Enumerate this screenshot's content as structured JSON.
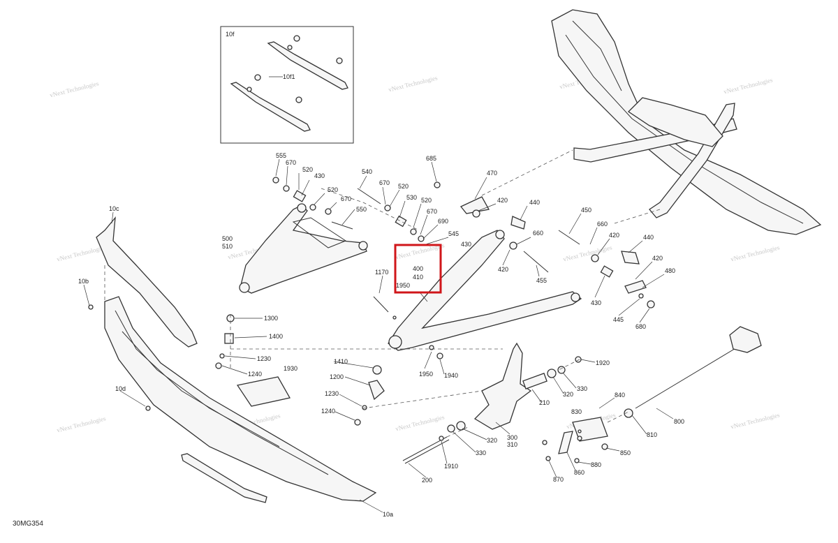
{
  "diagram_code": "30MG354",
  "inset_label": "10f",
  "watermark": "vNext Technologies",
  "highlight_color": "#d0161a",
  "callouts": [
    {
      "id": "c10f1",
      "text": "10f1"
    },
    {
      "id": "c555",
      "text": "555"
    },
    {
      "id": "c670a",
      "text": "670"
    },
    {
      "id": "c520a",
      "text": "520"
    },
    {
      "id": "c430a",
      "text": "430"
    },
    {
      "id": "c520b",
      "text": "520"
    },
    {
      "id": "c670b",
      "text": "670"
    },
    {
      "id": "c540",
      "text": "540"
    },
    {
      "id": "c670c",
      "text": "670"
    },
    {
      "id": "c520c",
      "text": "520"
    },
    {
      "id": "c550",
      "text": "550"
    },
    {
      "id": "c530",
      "text": "530"
    },
    {
      "id": "c520d",
      "text": "520"
    },
    {
      "id": "c670d",
      "text": "670"
    },
    {
      "id": "c690",
      "text": "690"
    },
    {
      "id": "c545",
      "text": "545"
    },
    {
      "id": "c685",
      "text": "685"
    },
    {
      "id": "c470",
      "text": "470"
    },
    {
      "id": "c420a",
      "text": "420"
    },
    {
      "id": "c440a",
      "text": "440"
    },
    {
      "id": "c430b",
      "text": "430"
    },
    {
      "id": "c660a",
      "text": "660"
    },
    {
      "id": "c420b",
      "text": "420"
    },
    {
      "id": "c455",
      "text": "455"
    },
    {
      "id": "c450",
      "text": "450"
    },
    {
      "id": "c660b",
      "text": "660"
    },
    {
      "id": "c420c",
      "text": "420"
    },
    {
      "id": "c440b",
      "text": "440"
    },
    {
      "id": "c420d",
      "text": "420"
    },
    {
      "id": "c480",
      "text": "480"
    },
    {
      "id": "c430c",
      "text": "430"
    },
    {
      "id": "c445",
      "text": "445"
    },
    {
      "id": "c680",
      "text": "680"
    },
    {
      "id": "c500",
      "text": "500"
    },
    {
      "id": "c510",
      "text": "510"
    },
    {
      "id": "c10c",
      "text": "10c"
    },
    {
      "id": "c10b",
      "text": "10b"
    },
    {
      "id": "c10d",
      "text": "10d"
    },
    {
      "id": "c10a",
      "text": "10a"
    },
    {
      "id": "c1170",
      "text": "1170"
    },
    {
      "id": "c1950a",
      "text": "1950"
    },
    {
      "id": "c400",
      "text": "400"
    },
    {
      "id": "c410",
      "text": "410"
    },
    {
      "id": "c1300",
      "text": "1300"
    },
    {
      "id": "c1400",
      "text": "1400"
    },
    {
      "id": "c1230a",
      "text": "1230"
    },
    {
      "id": "c1240a",
      "text": "1240"
    },
    {
      "id": "c1930",
      "text": "1930"
    },
    {
      "id": "c1410",
      "text": "1410"
    },
    {
      "id": "c1200",
      "text": "1200"
    },
    {
      "id": "c1230b",
      "text": "1230"
    },
    {
      "id": "c1240b",
      "text": "1240"
    },
    {
      "id": "c1950b",
      "text": "1950"
    },
    {
      "id": "c1940",
      "text": "1940"
    },
    {
      "id": "c1920",
      "text": "1920"
    },
    {
      "id": "c330a",
      "text": "330"
    },
    {
      "id": "c320a",
      "text": "320"
    },
    {
      "id": "c210",
      "text": "210"
    },
    {
      "id": "c300",
      "text": "300"
    },
    {
      "id": "c310",
      "text": "310"
    },
    {
      "id": "c320b",
      "text": "320"
    },
    {
      "id": "c330b",
      "text": "330"
    },
    {
      "id": "c200",
      "text": "200"
    },
    {
      "id": "c1910",
      "text": "1910"
    },
    {
      "id": "c840",
      "text": "840"
    },
    {
      "id": "c830",
      "text": "830"
    },
    {
      "id": "c810",
      "text": "810"
    },
    {
      "id": "c800",
      "text": "800"
    },
    {
      "id": "c850",
      "text": "850"
    },
    {
      "id": "c880",
      "text": "880"
    },
    {
      "id": "c860",
      "text": "860"
    },
    {
      "id": "c870",
      "text": "870"
    }
  ]
}
